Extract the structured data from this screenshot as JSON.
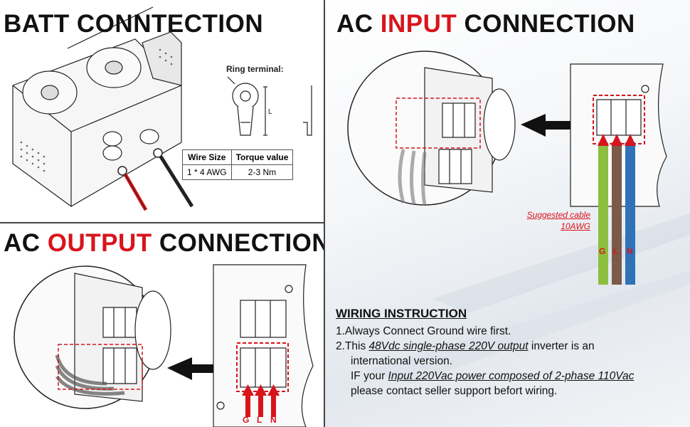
{
  "batt": {
    "title": "BATT CONNTECTION",
    "ring_terminal_label": "Ring terminal:",
    "table": {
      "headers": [
        "Wire Size",
        "Torque value"
      ],
      "row": [
        "1 * 4 AWG",
        "2-3 Nm"
      ]
    }
  },
  "ac_output": {
    "title_prefix": "AC ",
    "title_highlight": "OUTPUT",
    "title_suffix": " CONNECTION",
    "wire_labels": [
      "G",
      "L",
      "N"
    ]
  },
  "ac_input": {
    "title_prefix": "AC ",
    "title_highlight": "INPUT",
    "title_suffix": " CONNECTION",
    "cable_note_line1": "Suggested cable",
    "cable_note_line2": "10AWG",
    "wire_labels": [
      "G",
      "L",
      "N"
    ]
  },
  "wiring": {
    "heading": "WIRING INSTRUCTION",
    "item1": "1.Always Connect Ground wire first.",
    "item2_prefix": "2.This ",
    "item2_emph": "48Vdc single-phase 220V output",
    "item2_suffix": " inverter is an",
    "item2_cont": "international version.",
    "item3_prefix": "IF your ",
    "item3_emph": "Input 220Vac power composed of 2-phase 110Vac",
    "item3_cont": "please contact seller support befort wiring."
  },
  "colors": {
    "accent_red": "#d8141c",
    "wire_ground": "#8cbf3f",
    "wire_live": "#7b5a4a",
    "wire_neutral": "#2f72b8"
  }
}
